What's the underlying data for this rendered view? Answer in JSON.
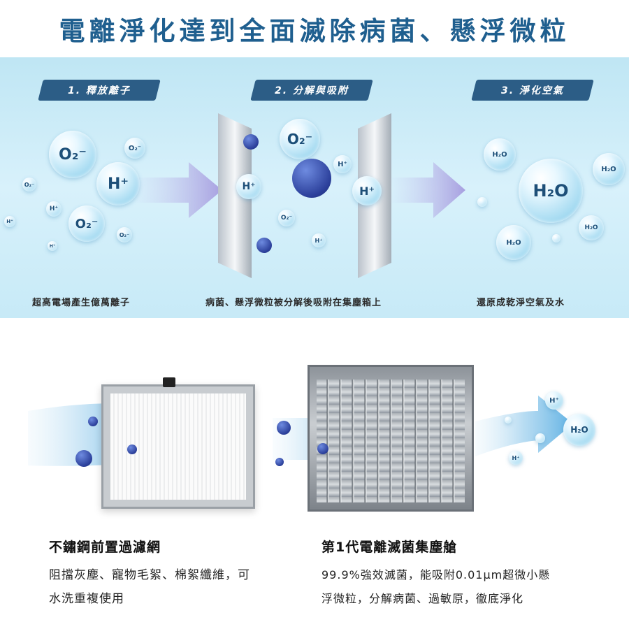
{
  "title": "電離淨化達到全面滅除病菌、懸浮微粒",
  "steps": [
    {
      "label": "1. 釋放離子",
      "caption": "超高電場產生億萬離子"
    },
    {
      "label": "2. 分解與吸附",
      "caption": "病菌、懸浮微粒被分解後吸附在集塵箱上"
    },
    {
      "label": "3. 淨化空氣",
      "caption": "還原成乾淨空氣及水"
    }
  ],
  "molecules": {
    "o2": "O₂⁻",
    "h": "H⁺",
    "h2o": "H₂O"
  },
  "products": [
    {
      "title": "不鏽鋼前置過濾網",
      "desc_lines": [
        "阻擋灰塵、寵物毛絮、棉絮纖維，可",
        "水洗重複使用"
      ]
    },
    {
      "title": "第1代電離滅菌集塵艙",
      "desc_lines": [
        "99.9%強效滅菌，能吸附0.01μm超微小懸",
        "浮微粒，分解病菌、過敏原，徹底淨化"
      ]
    }
  ],
  "colors": {
    "title": "#1f5f8f",
    "pill": "#2c5d86",
    "band": "#cdebf7",
    "virus": "#2b3f9a"
  }
}
